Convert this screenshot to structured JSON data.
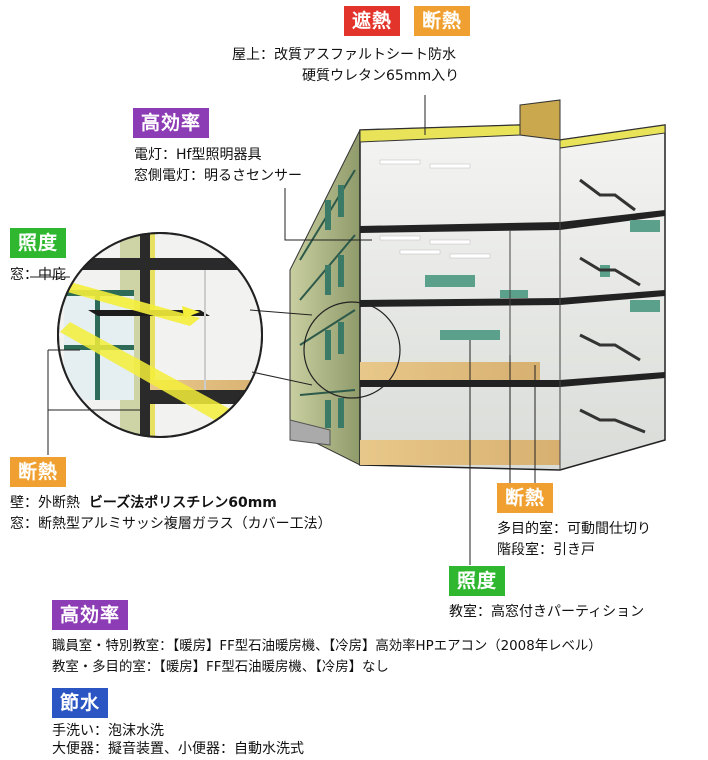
{
  "tags": {
    "shanetsu": "遮熱",
    "dannetsu_roof": "断熱",
    "koukouritsu_light": "高効率",
    "shoudo_window": "照度",
    "dannetsu_wall": "断熱",
    "dannetsu_room": "断熱",
    "shoudo_room": "照度",
    "koukouritsu_hvac": "高効率",
    "sessui": "節水"
  },
  "labels": {
    "roof_1": "屋上：改質アスファルトシート防水",
    "roof_2": "硬質ウレタン65mm入り",
    "light_1": "電灯：Hf型照明器具",
    "light_2": "窓側電灯：明るさセンサー",
    "window_1": "窓：中庇",
    "wall_1_prefix": "壁：外断熱",
    "wall_1_bold": "ビーズ法ポリスチレン60mm",
    "wall_2": "窓：断熱型アルミサッシ複層ガラス（カバー工法）",
    "room_1": "多目的室：可動間仕切り",
    "room_2": "階段室：引き戸",
    "classroom_1": "教室：高窓付きパーティション",
    "hvac_1": "職員室・特別教室：【暖房】FF型石油暖房機、【冷房】高効率HPエアコン（2008年レベル）",
    "hvac_2": "教室・多目的室：【暖房】FF型石油暖房機、【冷房】なし",
    "water_1": "手洗い：泡沫水洗",
    "water_2": "大便器：擬音装置、小便器：自動水洗式"
  },
  "colors": {
    "red": "#e2342a",
    "orange": "#f0a030",
    "purple": "#8c3cb4",
    "green": "#2fb82f",
    "blue": "#2c55c4"
  }
}
